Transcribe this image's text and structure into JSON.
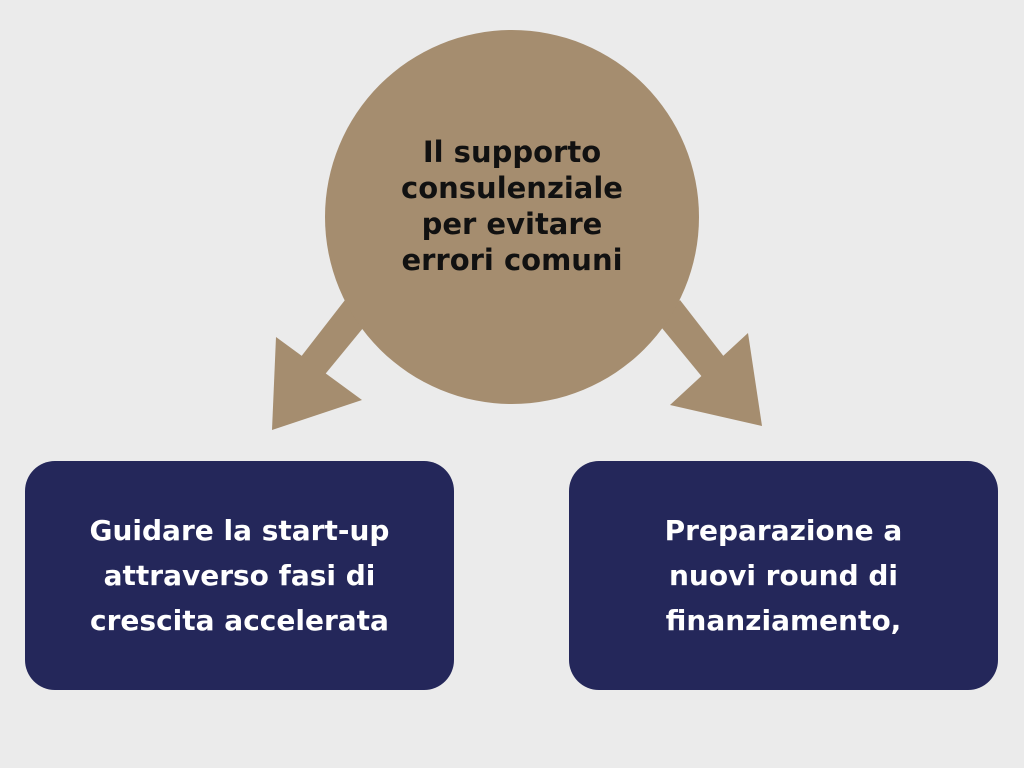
{
  "colors": {
    "background": "#ebebeb",
    "circle": "#a58d6f",
    "box": "#24275a",
    "arrow": "#a58d6f"
  },
  "center": {
    "lines": [
      "Il supporto",
      "consulenziale",
      "per evitare",
      "errori comuni"
    ]
  },
  "left_box": {
    "lines": [
      "Guidare la start-up",
      "attraverso fasi di",
      "crescita accelerata"
    ]
  },
  "right_box": {
    "lines": [
      "Preparazione a",
      "nuovi round di",
      "finanziamento,"
    ]
  }
}
